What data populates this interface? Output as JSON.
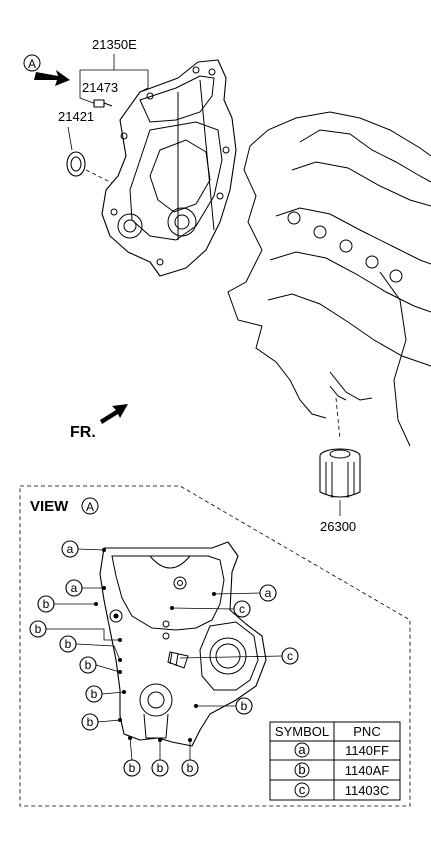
{
  "view_ref_marker": "A",
  "part_labels": {
    "cover_assy": "21350E",
    "bolt": "21473",
    "seal": "21421",
    "oil_filter": "26300"
  },
  "direction_label": "FR.",
  "view_title": "VIEW",
  "view_letter": "A",
  "callouts": {
    "a": "a",
    "b": "b",
    "c": "c"
  },
  "table": {
    "headers": [
      "SYMBOL",
      "PNC"
    ],
    "rows": [
      {
        "symbol": "a",
        "pnc": "1140FF"
      },
      {
        "symbol": "b",
        "pnc": "1140AF"
      },
      {
        "symbol": "c",
        "pnc": "11403C"
      }
    ]
  }
}
